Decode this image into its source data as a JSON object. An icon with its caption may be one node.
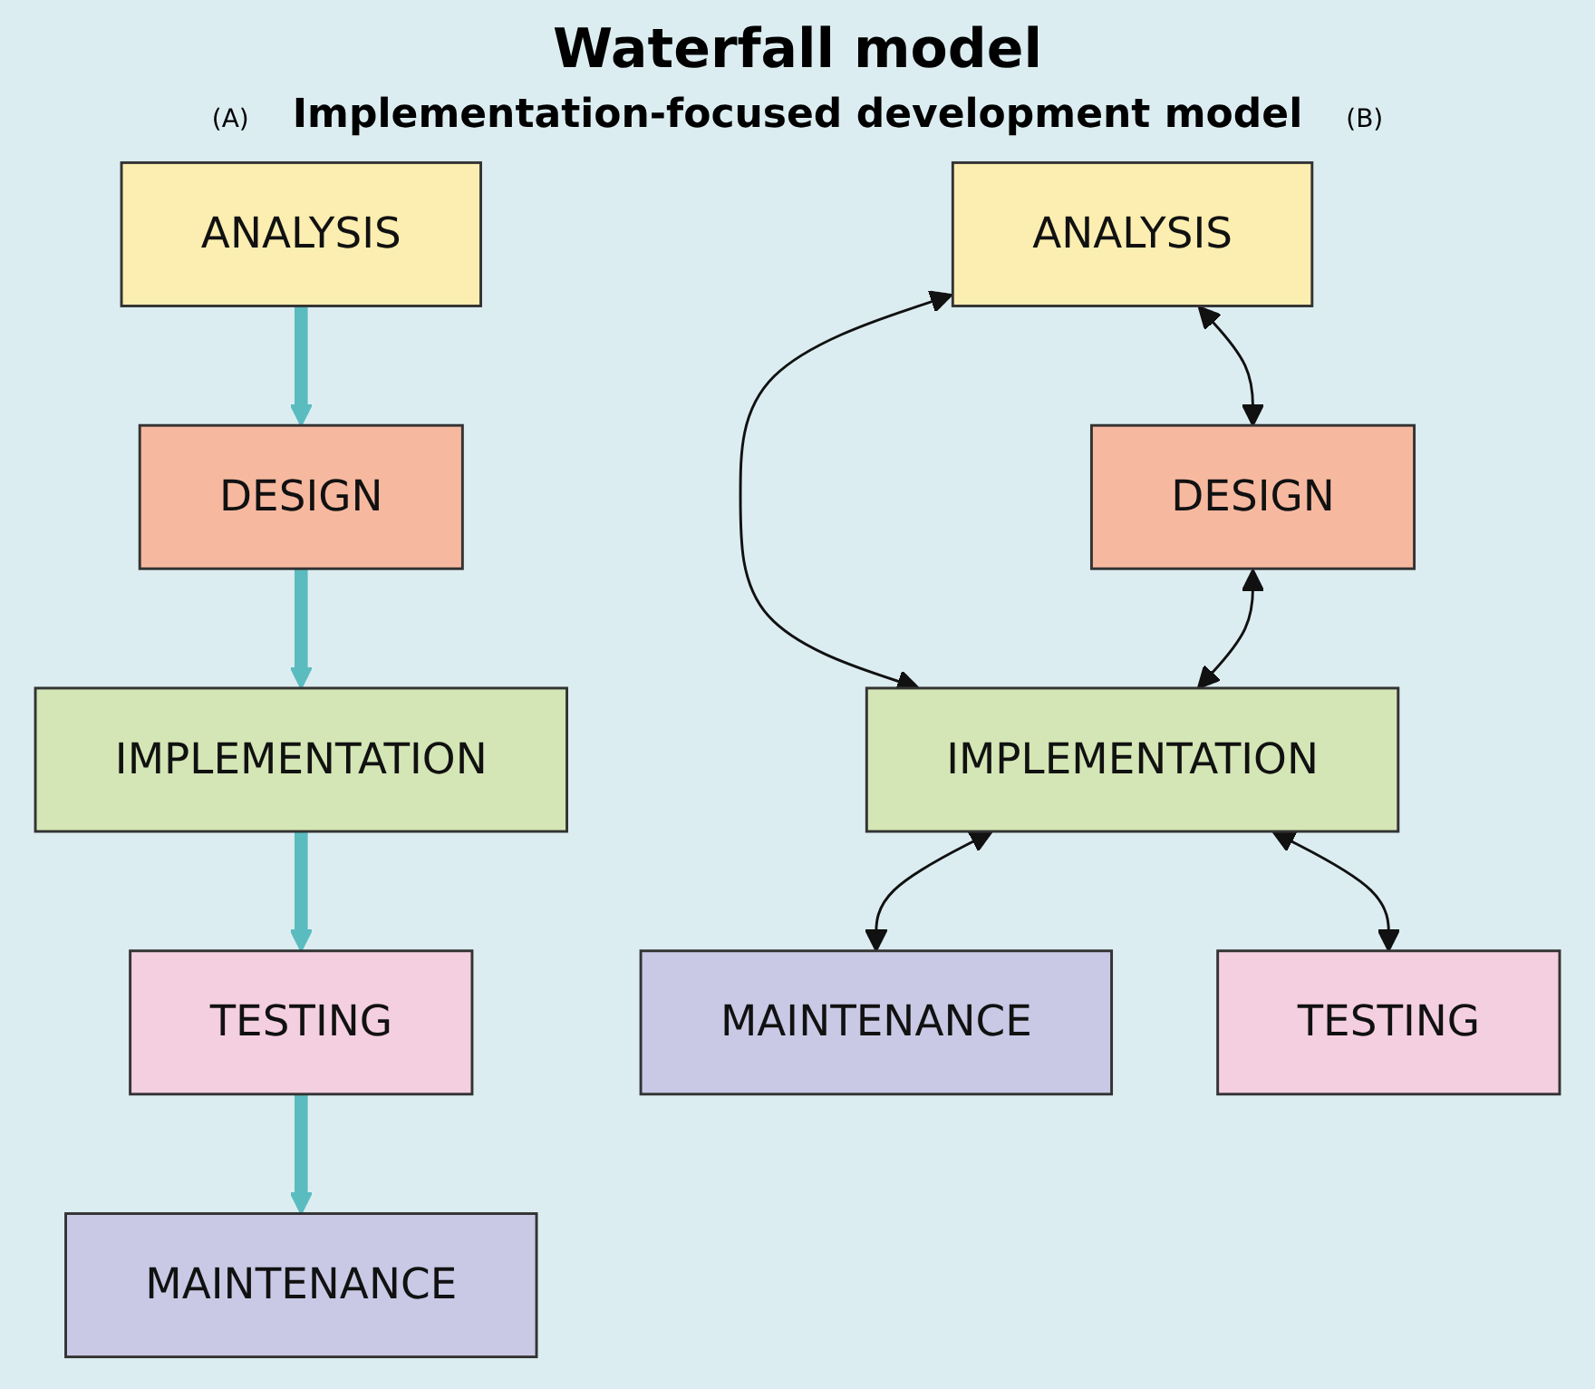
{
  "diagram": {
    "title": "Waterfall model",
    "nodes": [
      {
        "text": [
          "ANALYSIS"
        ]
      },
      {
        "text": [
          "DESIGN"
        ]
      },
      {
        "text": [
          "IMPLEMENTATION"
        ]
      },
      {
        "text": [
          "TESTING"
        ]
      },
      {
        "text": [
          "MAINTENANCE"
        ]
      },
      {
        "text": [
          "ANALYSIS"
        ]
      },
      {
        "text": [
          "DESIGN"
        ]
      },
      {
        "text": [
          "IMPLEMENTATION"
        ]
      },
      {
        "text": [
          "MAINTENANCE"
        ]
      },
      {
        "text": [
          "TESTING"
        ]
      }
    ],
    "edges": [
      {
        "from": 0,
        "to": 1,
        "arrow": "to",
        "style": "thick",
        "color": "#5bbcc0"
      },
      {
        "from": 1,
        "to": 2,
        "arrow": "to",
        "style": "thick",
        "color": "#5bbcc0"
      },
      {
        "from": 2,
        "to": 3,
        "arrow": "to",
        "style": "thick",
        "color": "#5bbcc0"
      },
      {
        "from": 3,
        "to": 4,
        "arrow": "to",
        "style": "thick",
        "color": "#5bbcc0"
      },
      {
        "from": 5,
        "to": 6,
        "arrow": "both"
      },
      {
        "from": 5,
        "to": 7,
        "arrow": "both"
      },
      {
        "from": 6,
        "to": 7,
        "arrow": "both"
      },
      {
        "from": 7,
        "to": 8,
        "arrow": "both"
      },
      {
        "from": 7,
        "to": 9,
        "arrow": "both"
      }
    ],
    "labels": [
      "(A)",
      "Implementation-focused development model",
      "(B)"
    ]
  }
}
